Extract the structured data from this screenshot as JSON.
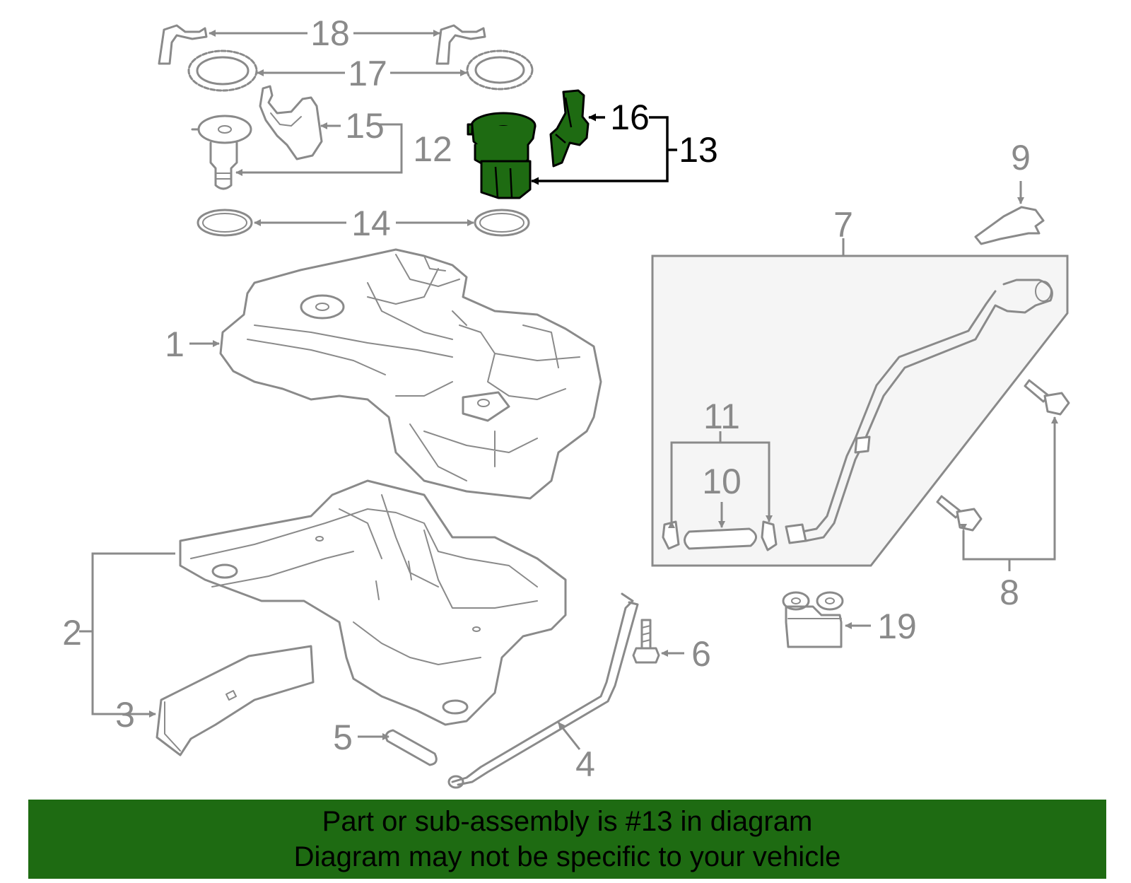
{
  "diagram": {
    "callouts": {
      "c1": "1",
      "c2": "2",
      "c3": "3",
      "c4": "4",
      "c5": "5",
      "c6": "6",
      "c7": "7",
      "c8": "8",
      "c9": "9",
      "c10": "10",
      "c11": "11",
      "c12": "12",
      "c13": "13",
      "c14": "14",
      "c15": "15",
      "c16": "16",
      "c17": "17",
      "c18": "18",
      "c19": "19"
    },
    "highlighted_part": "13",
    "colors": {
      "highlight": "#1e6b12",
      "outline": "#8a8a8a",
      "text_dark": "#000000"
    }
  },
  "banner": {
    "line1": "Part or sub-assembly is #13 in diagram",
    "line2": "Diagram may not be specific to your vehicle",
    "color": "#1e6b12"
  }
}
